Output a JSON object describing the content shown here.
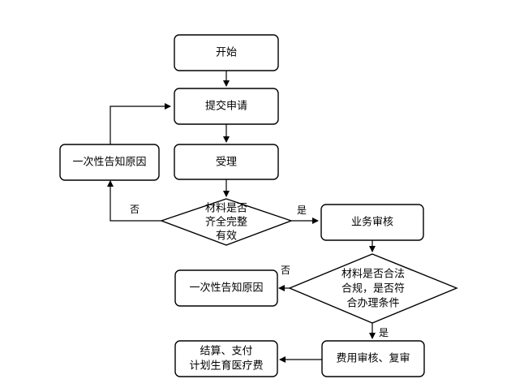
{
  "nodes": {
    "start": "开始",
    "submit": "提交申请",
    "notify_reason_1": "一次性告知原因",
    "accept": "受理",
    "check_materials": [
      "材料是否",
      "齐全完整",
      "有效"
    ],
    "business_review": "业务审核",
    "check_compliance": [
      "材料是否合法",
      "合规，是否符",
      "合办理条件"
    ],
    "notify_reason_2": "一次性告知原因",
    "cost_review": "费用审核、复审",
    "settlement": [
      "结算、支付",
      "计划生育医疗费"
    ]
  },
  "edge_labels": {
    "materials_no": "否",
    "materials_yes": "是",
    "compliance_no": "否",
    "compliance_yes": "是"
  }
}
